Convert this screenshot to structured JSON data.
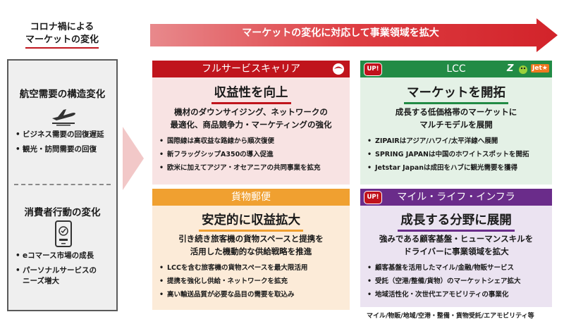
{
  "left": {
    "title_line1": "コロナ禍による",
    "title_line2": "マーケットの変化",
    "section1": {
      "heading": "航空需要の構造変化",
      "icon": "airplane-takeoff-icon",
      "items": [
        "ビジネス需要の回復遅延",
        "観光・訪問需要の回復"
      ]
    },
    "section2": {
      "heading": "消費者行動の変化",
      "icon": "smartphone-shopping-icon",
      "items": [
        "eコマース市場の成長",
        "パーソナルサービスの\nニーズ増大"
      ]
    }
  },
  "top_arrow": {
    "label": "マーケットの変化に対応して事業領域を拡大"
  },
  "panels": {
    "fsc": {
      "header": "フルサービスキャリア",
      "title": "収益性を向上",
      "desc": "機材のダウンサイジング、ネットワークの\n最適化、商品競争力・マーケティングの強化",
      "items": [
        "国際線は高収益な路線から順次復便",
        "新フラッグシップA350の導入促進",
        "欧米に加えてアジア・オセアニアの共同事業を拡充"
      ]
    },
    "lcc": {
      "badge": "UP!",
      "header": "LCC",
      "title": "マーケットを開拓",
      "desc": "成長する低価格帯のマーケットに\nマルチモデルを展開",
      "items": [
        "ZIPAIRはアジア/ハワイ/太平洋線へ展開",
        "SPRING JAPANは中国のホワイトスポットを開拓",
        "Jetstar Japanは成田をハブに観光需要を獲得"
      ],
      "logo_text_zipair": "Z",
      "logo_text_jetstar": "Jet★"
    },
    "cargo": {
      "header": "貨物郵便",
      "title": "安定的に収益拡大",
      "desc": "引き続き旅客機の貨物スペースと提携を\n活用した機動的な供給戦略を推進",
      "items": [
        "LCCを含む旅客機の貨物スペースを最大限活用",
        "提携を強化し供給・ネットワークを拡充",
        "高い輸送品質が必要な品目の需要を取込み"
      ]
    },
    "mile": {
      "badge": "UP!",
      "header": "マイル・ライフ・インフラ",
      "title": "成長する分野に展開",
      "desc": "強みである顧客基盤・ヒューマンスキルを\nドライバーに事業領域を拡大",
      "items": [
        "顧客基盤を活用したマイル/金融/物販サービス",
        "受託（空港/整備/貨物）のマーケットシェア拡大",
        "地域活性化・次世代エアモビリティの事業化"
      ]
    }
  },
  "footnote": "マイル/物販/地域/空港・整備・貨物受託/エアモビリティ等",
  "colors": {
    "fsc": "#c0141c",
    "fsc_bg": "#f8e3e3",
    "lcc": "#228b45",
    "lcc_bg": "#e4f1e6",
    "cargo": "#f0a030",
    "cargo_bg": "#fcebd8",
    "mile": "#6a2c8a",
    "mile_bg": "#ebe3f1",
    "arrow": "#d9252b"
  }
}
